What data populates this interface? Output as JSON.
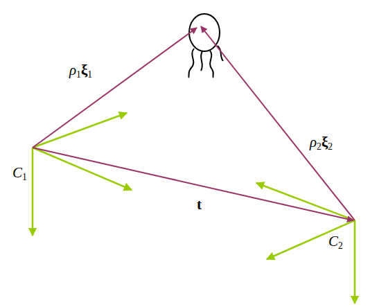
{
  "diagram": {
    "labels": [
      "ρ1ξ1",
      "ρ2ξ2",
      "C1",
      "t",
      "C2"
    ]
  }
}
